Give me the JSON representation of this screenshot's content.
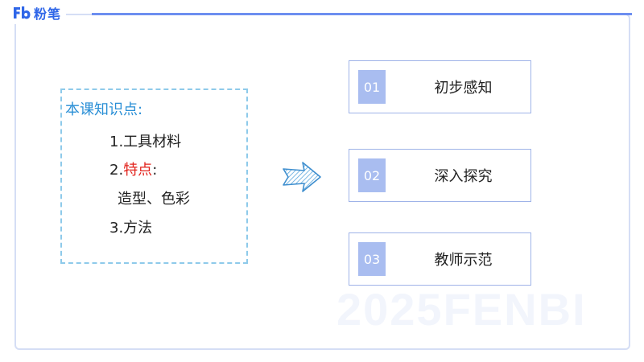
{
  "brand": {
    "name": "粉笔",
    "logo_glyph": "Fb",
    "color": "#2f66e8"
  },
  "watermark": "2025FENBI",
  "points": {
    "title": "本课知识点:",
    "item1": "1.工具材料",
    "item2_prefix": "2.",
    "item2_highlight": "特点",
    "item2_suffix": ":",
    "item2_detail": "造型、色彩",
    "item3": "3.方法",
    "highlight_color": "#e2221b"
  },
  "steps": [
    {
      "num": "01",
      "label": "初步感知"
    },
    {
      "num": "02",
      "label": "深入探究"
    },
    {
      "num": "03",
      "label": "教师示范"
    }
  ],
  "icons": {
    "arrow": "right-arrow-icon",
    "logo": "fb-logo-icon"
  }
}
